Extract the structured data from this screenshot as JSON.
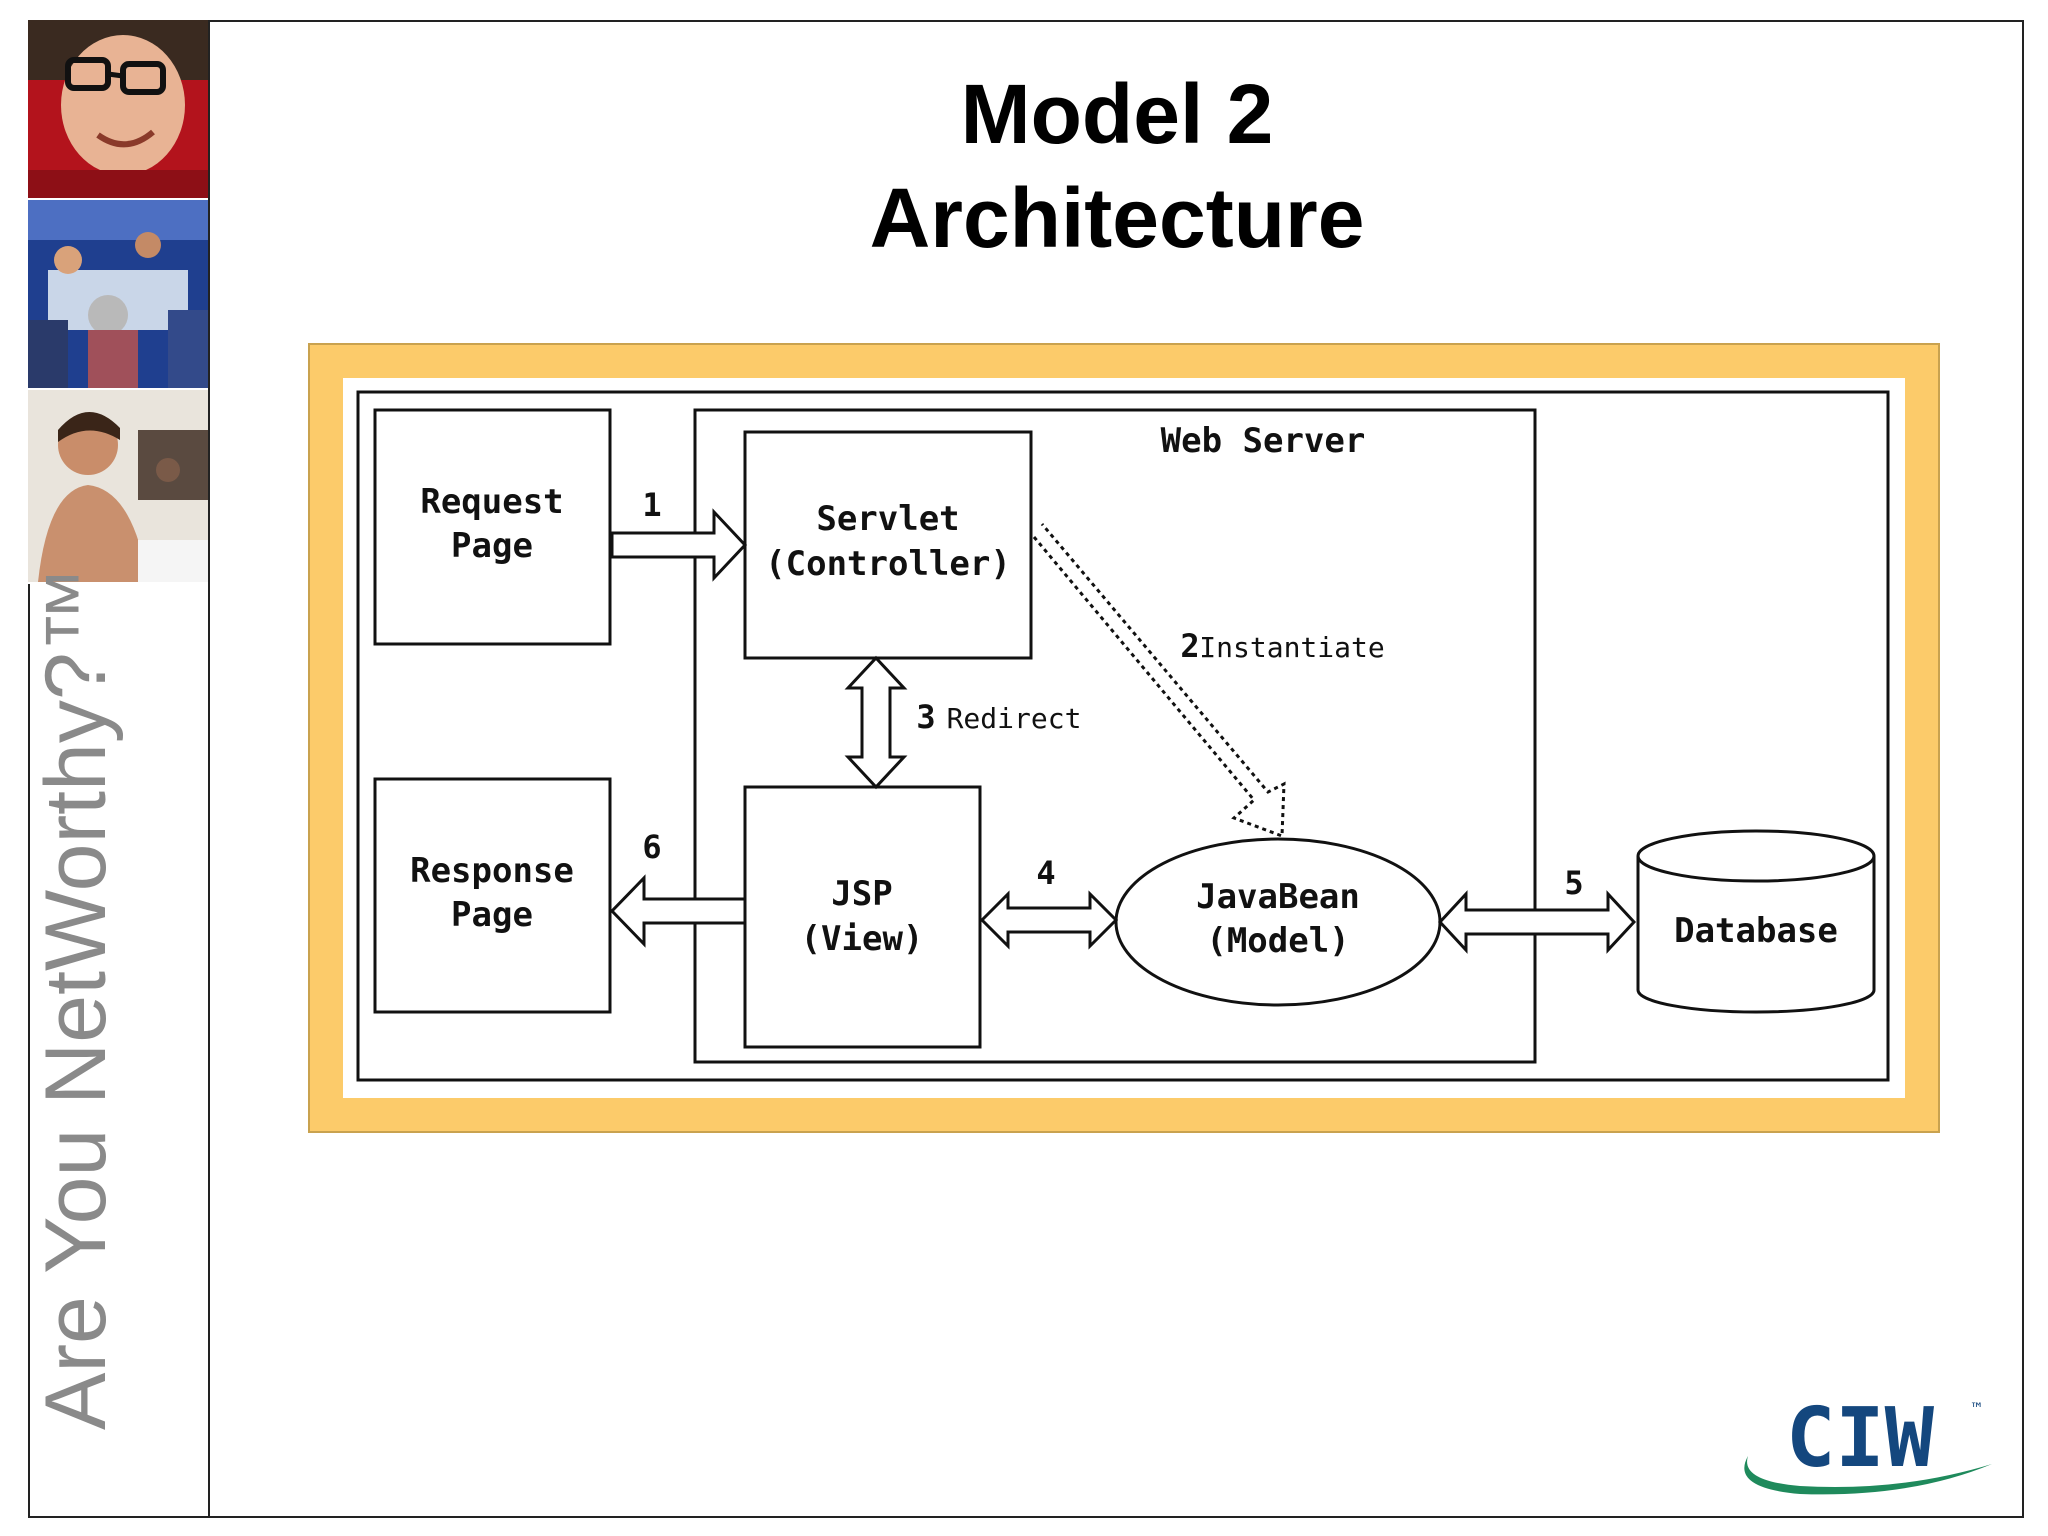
{
  "slide": {
    "title_line1": "Model 2",
    "title_line2": "Architecture"
  },
  "sidebar": {
    "tagline": "Are You NetWorthy?™"
  },
  "diagram": {
    "web_server_label": "Web Server",
    "request_page": [
      "Request",
      "Page"
    ],
    "response_page": [
      "Response",
      "Page"
    ],
    "servlet": [
      "Servlet",
      "(Controller)"
    ],
    "jsp": [
      "JSP",
      "(View)"
    ],
    "javabean": [
      "JavaBean",
      "(Model)"
    ],
    "database": "Database",
    "arrows": {
      "a1": "1",
      "a2_num": "2",
      "a2_label": "Instantiate",
      "a3_num": "3",
      "a3_label": "Redirect",
      "a4": "4",
      "a5": "5",
      "a6": "6"
    }
  },
  "logo": {
    "text": "CIW",
    "tm": "™"
  },
  "colors": {
    "frame_orange": "#fccb6a",
    "logo_blue": "#14477e",
    "logo_green": "#1f8a5c",
    "tagline_gray": "#8a8a8a"
  }
}
